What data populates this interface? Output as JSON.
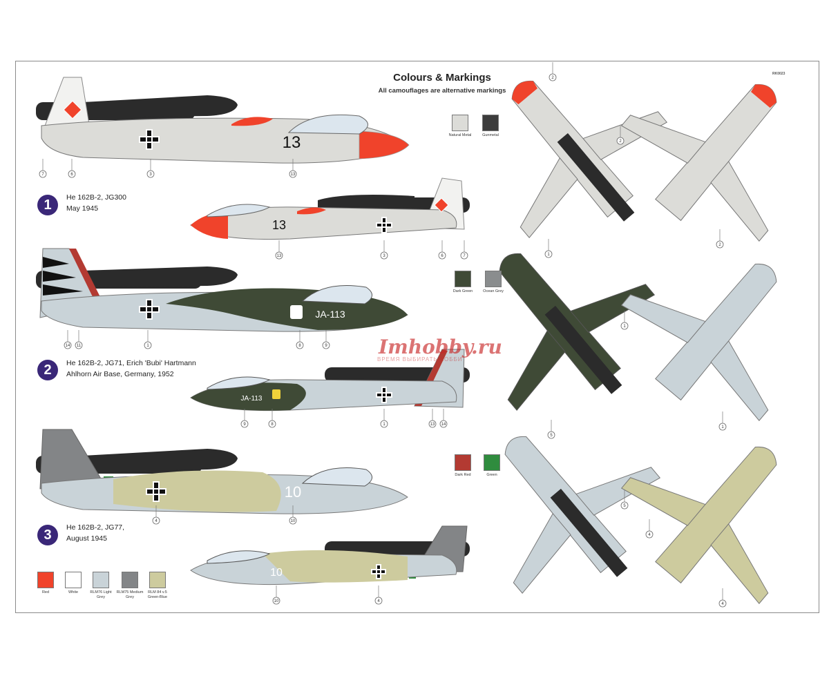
{
  "header": {
    "title": "Colours & Markings",
    "subtitle": "All camouflages are alternative markings",
    "code": "RK0023"
  },
  "profiles": [
    {
      "number": "1",
      "line1": "He 162B-2, JG300",
      "line2": "May 1945",
      "fuselage_code": "13"
    },
    {
      "number": "2",
      "line1": "He 162B-2,  JG71, Erich 'Bubi' Hartmann",
      "line2": "Ahlhorn Air Base, Germany, 1952",
      "fuselage_code": "JA-113"
    },
    {
      "number": "3",
      "line1": "He 162B-2, JG77,",
      "line2": "August 1945",
      "fuselage_code": "10"
    }
  ],
  "colour_groups": [
    {
      "name": "group1",
      "swatches": [
        {
          "label": "Natural Metal",
          "color": "#dcdcd8"
        },
        {
          "label": "Gunmetal",
          "color": "#3c3c3c"
        }
      ]
    },
    {
      "name": "group2",
      "swatches": [
        {
          "label": "Dark Green",
          "color": "#3f4a36"
        },
        {
          "label": "Ocean Grey",
          "color": "#8a8d8e"
        }
      ]
    },
    {
      "name": "group3",
      "swatches": [
        {
          "label": "Dark Red",
          "color": "#b33a32"
        },
        {
          "label": "Green",
          "color": "#2f8c3e"
        }
      ]
    },
    {
      "name": "legend",
      "swatches": [
        {
          "label": "Red",
          "color": "#f0432b"
        },
        {
          "label": "White",
          "color": "#ffffff"
        },
        {
          "label": "RLM76 Light Grey",
          "color": "#c9d3d8"
        },
        {
          "label": "RLM75 Medium Grey",
          "color": "#838587"
        },
        {
          "label": "RLM 84 v.5 Green-Blue",
          "color": "#cdcb9e"
        }
      ]
    }
  ],
  "callouts": {
    "p1_side_a": [
      "7",
      "6",
      "3",
      "13"
    ],
    "p1_side_b": [
      "13",
      "3",
      "6",
      "7"
    ],
    "p2_side_a": [
      "14",
      "11",
      "1",
      "8",
      "9"
    ],
    "p2_side_b": [
      "9",
      "8",
      "1",
      "13",
      "14"
    ],
    "p3_side_a": [
      "4",
      "10"
    ],
    "p3_side_b": [
      "10",
      "4"
    ],
    "plan_views": [
      "2",
      "2",
      "2",
      "1",
      "1",
      "1",
      "5",
      "5",
      "4",
      "4"
    ]
  },
  "watermark": {
    "brand": "Imhobby.ru",
    "tagline": "ВРЕМЯ ВЫБИРАТЬ ХОББИ"
  },
  "colors": {
    "accent_purple": "#3a2778",
    "red_nose": "#f0432b",
    "intake_black": "#2b2b2b"
  }
}
